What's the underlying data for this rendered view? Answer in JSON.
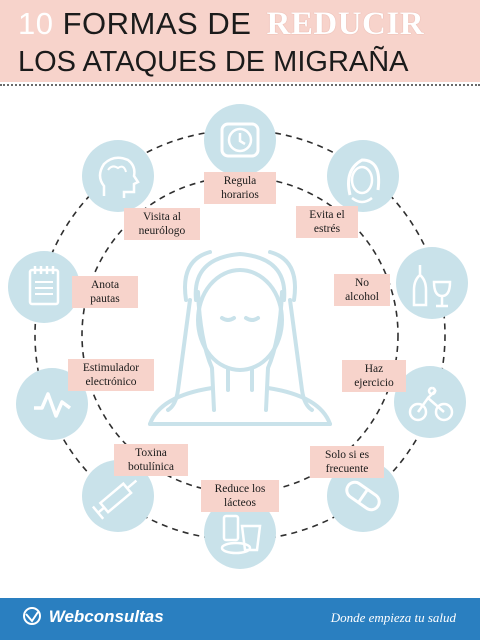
{
  "title": {
    "number": "10",
    "line1": "FORMAS DE",
    "highlight": "REDUCIR",
    "line2": "LOS ATAQUES DE MIGRAÑA"
  },
  "tips": [
    {
      "id": "regula-horarios",
      "label": "Regula horarios",
      "icon": "clock-icon"
    },
    {
      "id": "evita-estres",
      "label": "Evita el estrés",
      "icon": "woman-face-icon"
    },
    {
      "id": "no-alcohol",
      "label": "No alcohol",
      "icon": "wine-icon"
    },
    {
      "id": "haz-ejercicio",
      "label": "Haz ejercicio",
      "icon": "cyclist-icon"
    },
    {
      "id": "solo-frecuente",
      "label": "Solo si es frecuente",
      "icon": "pill-icon"
    },
    {
      "id": "reduce-lacteos",
      "label": "Reduce los lácteos",
      "icon": "dairy-icon"
    },
    {
      "id": "toxina-botulinica",
      "label": "Toxina botulínica",
      "icon": "syringe-icon"
    },
    {
      "id": "estimulador",
      "label": "Estimulador electrónico",
      "icon": "pulse-icon"
    },
    {
      "id": "anota-pautas",
      "label": "Anota pautas",
      "icon": "notepad-icon"
    },
    {
      "id": "visita-neurologo",
      "label": "Visita al neurólogo",
      "icon": "head-brain-icon"
    }
  ],
  "footer": {
    "brand": "Webconsultas",
    "slogan": "Donde empieza tu salud"
  },
  "colors": {
    "header_bg": "#f7d3cb",
    "circle_fill": "#c9e2ea",
    "icon_stroke": "#ffffff",
    "footer_bg": "#2a7fc0"
  }
}
